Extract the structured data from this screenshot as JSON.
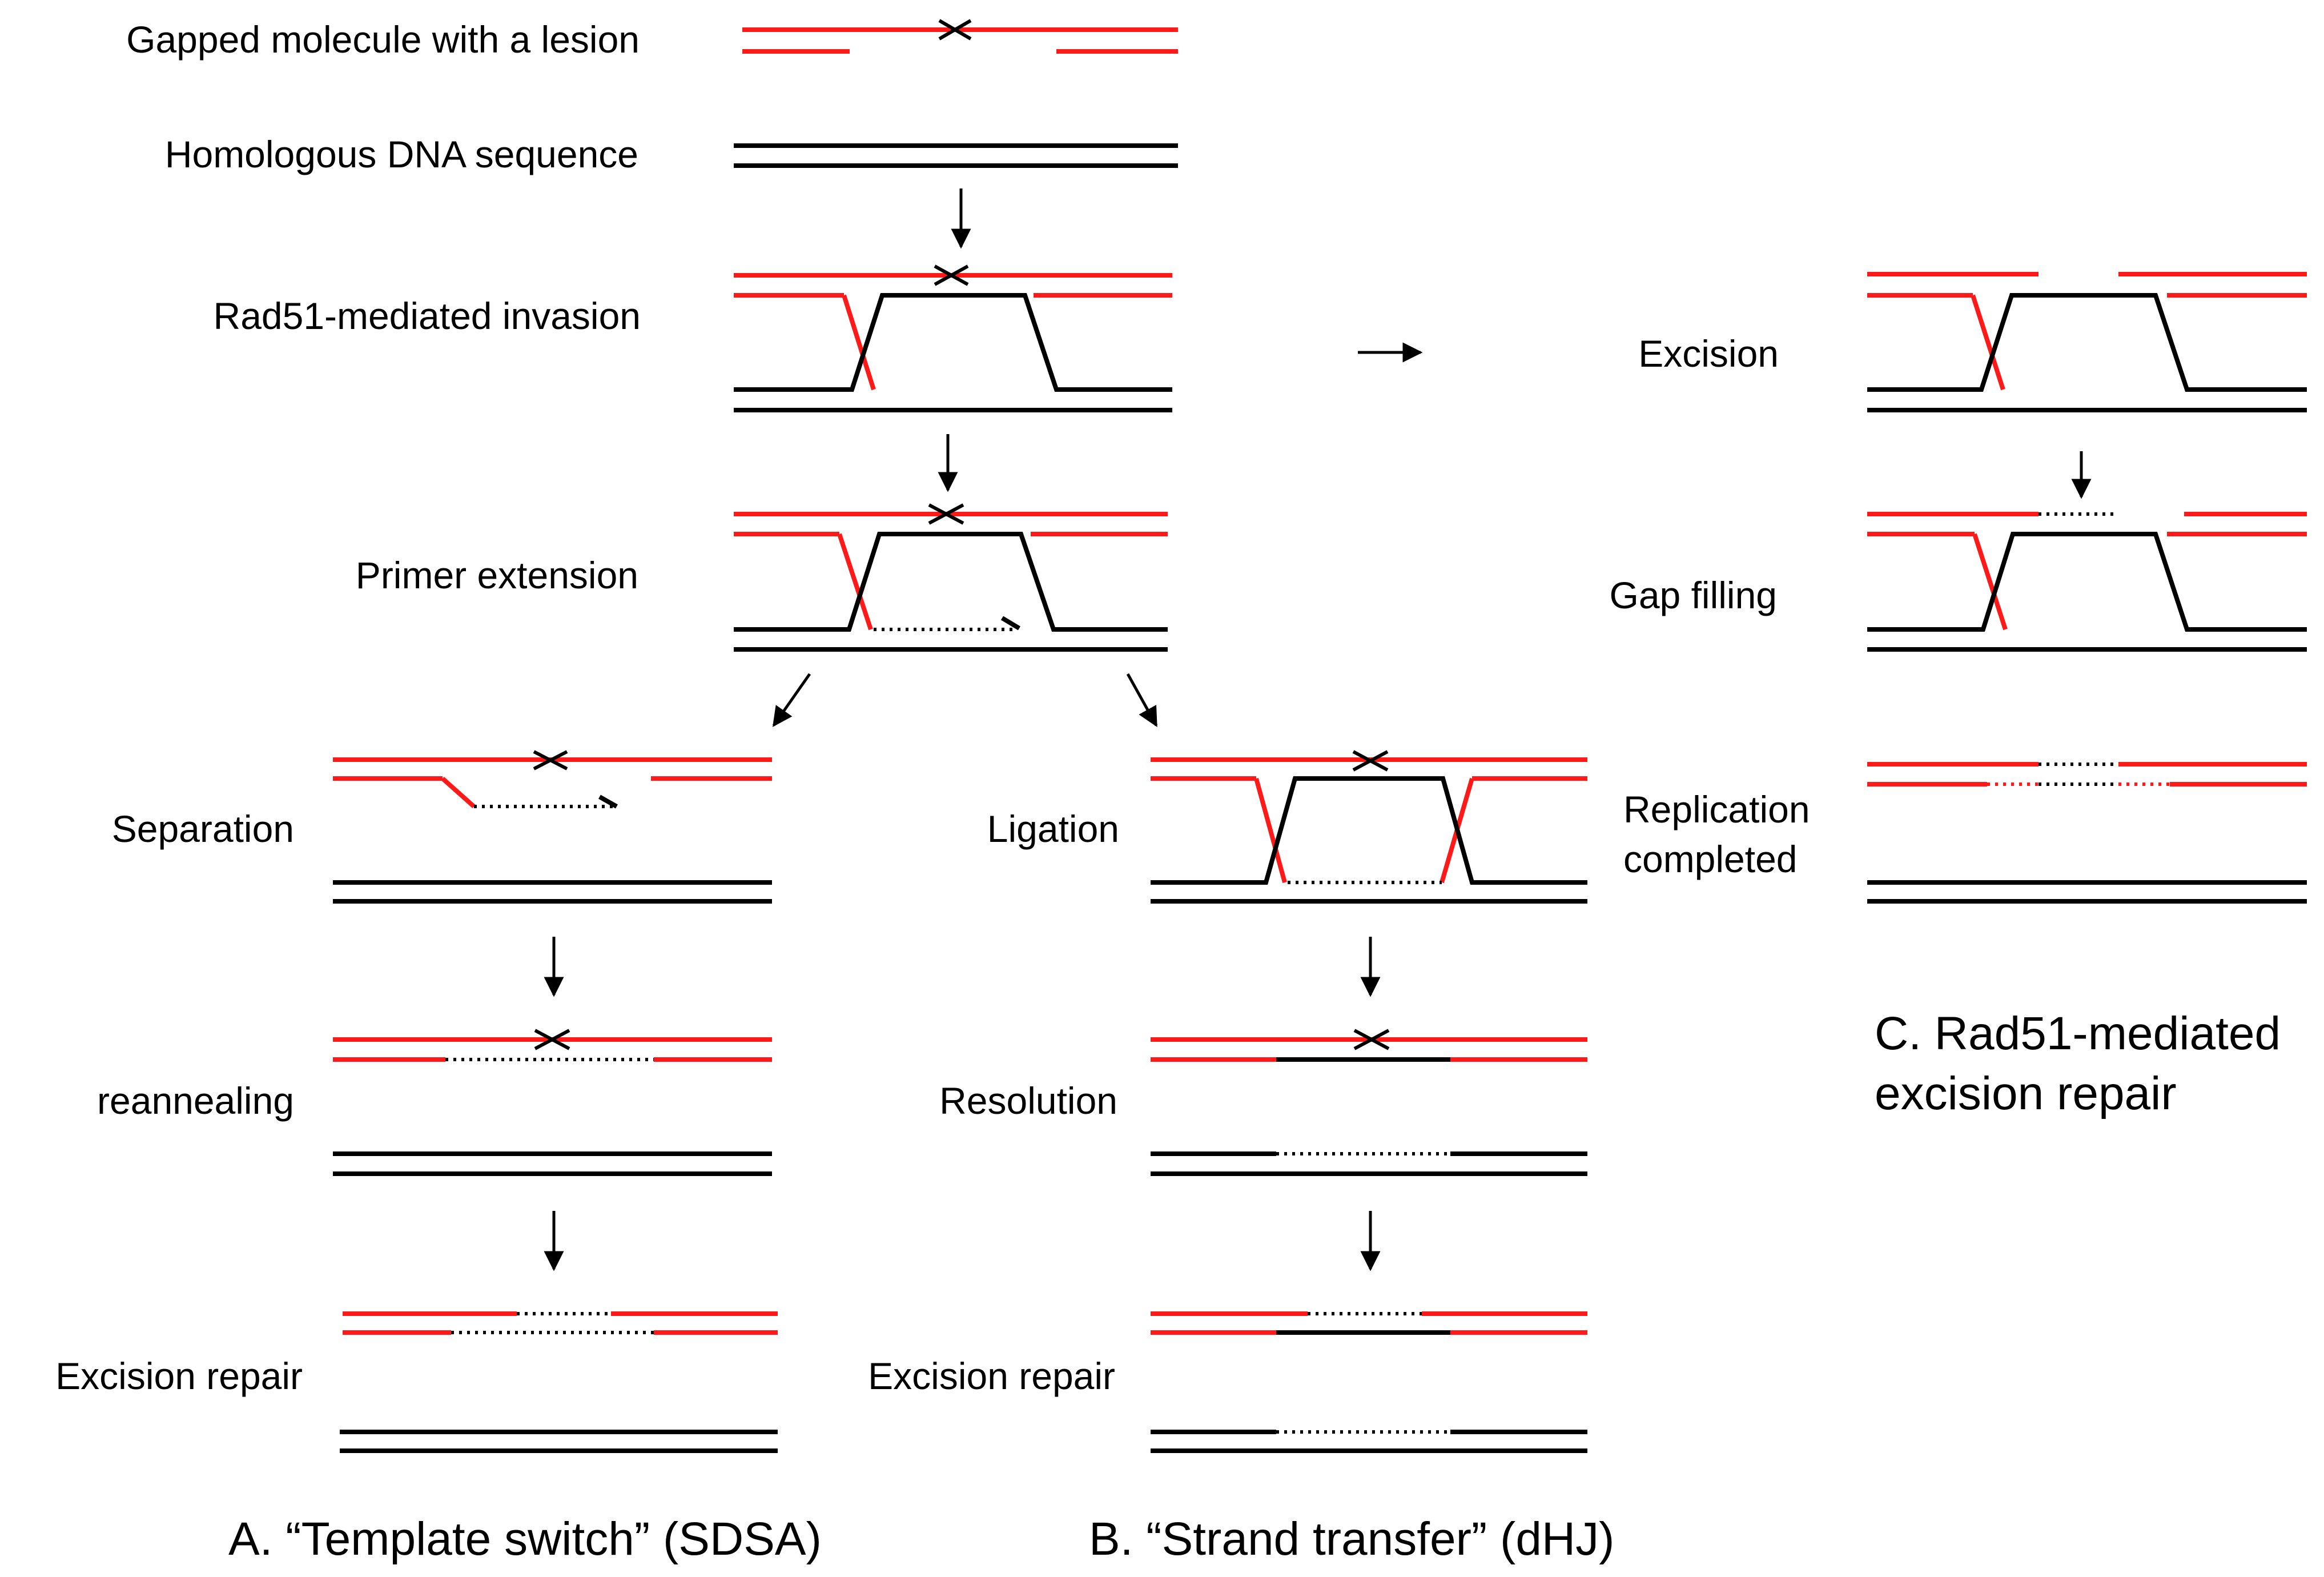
{
  "labels": {
    "gapped": "Gapped molecule with a lesion",
    "homologous": "Homologous DNA sequence",
    "invasion": "Rad51-mediated invasion",
    "primer_ext": "Primer extension",
    "separation": "Separation",
    "reannealing": "reannealing",
    "excision_repair_a": "Excision repair",
    "ligation": "Ligation",
    "resolution": "Resolution",
    "excision_repair_b": "Excision repair",
    "excision": "Excision",
    "gap_filling": "Gap filling",
    "replication_1": "Replication",
    "replication_2": "completed"
  },
  "captions": {
    "a": "A. “Template switch” (SDSA)",
    "b": "B. “Strand transfer” (dHJ)",
    "c1": "C. Rad51-mediated",
    "c2": "excision repair"
  },
  "colors": {
    "damaged_strand": "#ff1a1a",
    "template_strand": "#000000",
    "background": "#ffffff"
  }
}
